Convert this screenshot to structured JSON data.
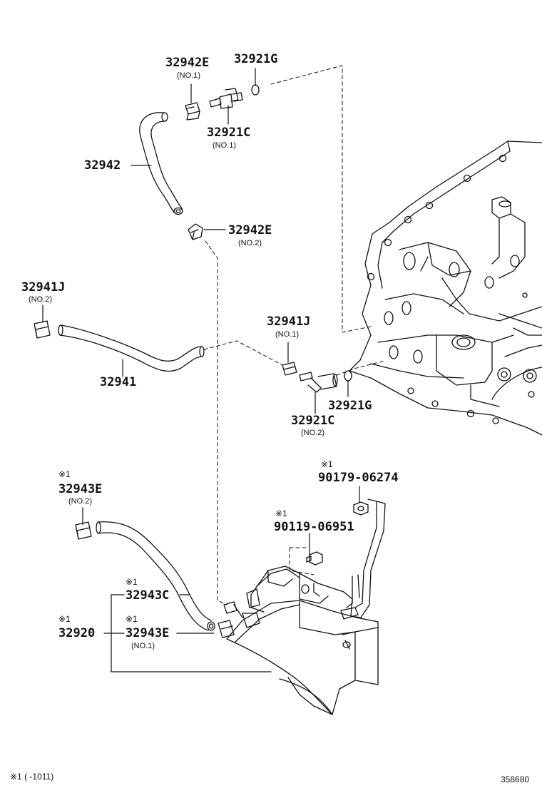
{
  "callouts": {
    "c32942E_top": {
      "part": "32942E",
      "sub": "(NO.1)"
    },
    "c32921G_top": {
      "part": "32921G"
    },
    "c32921C_top": {
      "part": "32921C",
      "sub": "(NO.1)"
    },
    "c32942": {
      "part": "32942"
    },
    "c32942E_mid": {
      "part": "32942E",
      "sub": "(NO.2)"
    },
    "c32941J_left": {
      "part": "32941J",
      "sub": "(NO.2)"
    },
    "c32941J_right": {
      "part": "32941J",
      "sub": "(NO.1)"
    },
    "c32941": {
      "part": "32941"
    },
    "c32921G_bot": {
      "part": "32921G"
    },
    "c32921C_bot": {
      "part": "32921C",
      "sub": "(NO.2)"
    },
    "c90179": {
      "mark": "※1",
      "part": "90179-06274"
    },
    "c32943E_left": {
      "mark": "※1",
      "part": "32943E",
      "sub": "(NO.2)"
    },
    "c90119": {
      "mark": "※1",
      "part": "90119-06951"
    },
    "c32943C": {
      "mark": "※1",
      "part": "32943C"
    },
    "c32920": {
      "mark": "※1",
      "part": "32920"
    },
    "c32943E_bot": {
      "mark": "※1",
      "part": "32943E",
      "sub": "(NO.1)"
    }
  },
  "footer": {
    "note": "※1 (     -1011)",
    "diagram_id": "358680"
  }
}
